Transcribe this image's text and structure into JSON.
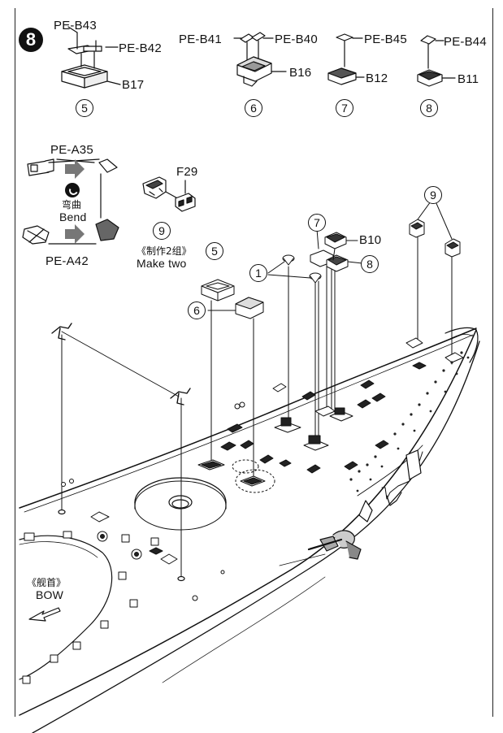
{
  "step": {
    "number": "8"
  },
  "parts": {
    "pe_b43": "PE-B43",
    "pe_b42": "PE-B42",
    "b17": "B17",
    "pe_b41": "PE-B41",
    "pe_b40": "PE-B40",
    "b16": "B16",
    "pe_b45": "PE-B45",
    "b12": "B12",
    "pe_b44": "PE-B44",
    "b11": "B11",
    "pe_a35": "PE-A35",
    "pe_a42": "PE-A42",
    "f29": "F29",
    "b10": "B10"
  },
  "subassemblies": {
    "n5": "5",
    "n6": "6",
    "n7": "7",
    "n8": "8",
    "n9": "9",
    "n1": "1"
  },
  "bend": {
    "cn": "弯曲",
    "en": "Bend"
  },
  "make_two": {
    "cn": "《制作2组》",
    "en": "Make two"
  },
  "bow": {
    "cn": "《舰首》",
    "en": "BOW"
  }
}
